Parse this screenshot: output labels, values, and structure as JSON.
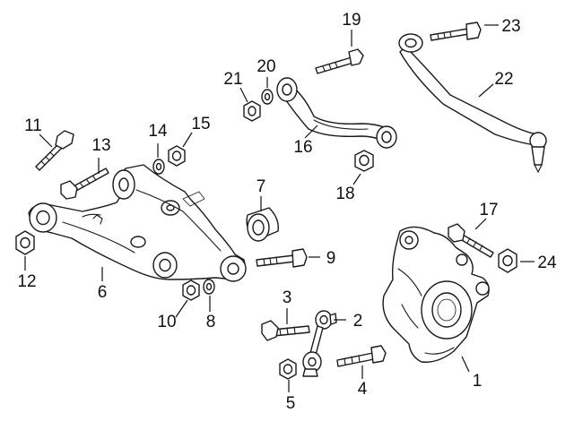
{
  "diagram": {
    "callouts": [
      {
        "part": "knuckle",
        "label": "1"
      },
      {
        "part": "stabilizer-link",
        "label": "2"
      },
      {
        "part": "link-upper-bolt",
        "label": "3"
      },
      {
        "part": "link-lower-bolt",
        "label": "4"
      },
      {
        "part": "link-nut",
        "label": "5"
      },
      {
        "part": "lower-control-arm",
        "label": "6"
      },
      {
        "part": "bushing",
        "label": "7"
      },
      {
        "part": "arm-washer",
        "label": "8"
      },
      {
        "part": "arm-bolt",
        "label": "9"
      },
      {
        "part": "arm-nut",
        "label": "10"
      },
      {
        "part": "inner-bolt-long",
        "label": "11"
      },
      {
        "part": "inner-nut",
        "label": "12"
      },
      {
        "part": "inner-bolt",
        "label": "13"
      },
      {
        "part": "upper-washer",
        "label": "14"
      },
      {
        "part": "upper-nut",
        "label": "15"
      },
      {
        "part": "upper-control-arm",
        "label": "16"
      },
      {
        "part": "knuckle-bolt",
        "label": "17"
      },
      {
        "part": "upper-arm-nut",
        "label": "18"
      },
      {
        "part": "upper-arm-bolt",
        "label": "19"
      },
      {
        "part": "upper-arm-washer",
        "label": "20"
      },
      {
        "part": "upper-arm-inner-nut",
        "label": "21"
      },
      {
        "part": "trailing-arm",
        "label": "22"
      },
      {
        "part": "trailing-arm-bolt",
        "label": "23"
      },
      {
        "part": "knuckle-nut",
        "label": "24"
      }
    ]
  }
}
